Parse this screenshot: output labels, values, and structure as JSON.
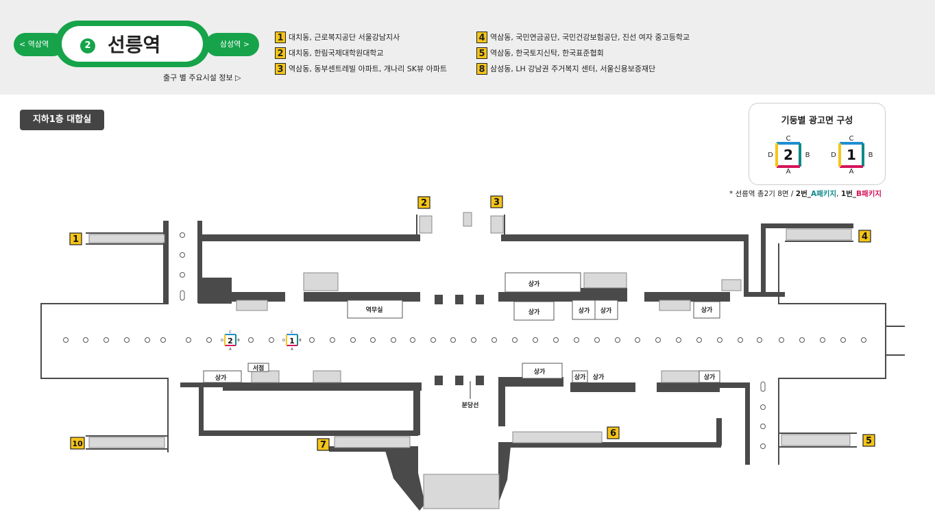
{
  "station": {
    "line_number": "2",
    "name": "선릉역",
    "prev_label": "< 역삼역",
    "next_label": "삼성역 >",
    "exit_info_link": "출구 별 주요시설 정보 ▷"
  },
  "exits_legend": [
    {
      "num": "1",
      "text": "대치동, 근로복지공단 서울강남지사"
    },
    {
      "num": "2",
      "text": "대치동, 한림국제대학원대학교"
    },
    {
      "num": "3",
      "text": "역삼동, 동부센트레빌 아파트, 개나리 SK뷰 아파트"
    },
    {
      "num": "4",
      "text": "역삼동, 국민연금공단, 국민건강보험공단, 진선 여자 중고등학교"
    },
    {
      "num": "5",
      "text": "역삼동, 한국토지신탁, 한국표준협회"
    },
    {
      "num": "8",
      "text": "삼성동, LH 강남권 주거복지 센터, 서울신용보증재단"
    }
  ],
  "floor": "지하1층 대합실",
  "ad_config": {
    "title": "기둥별 광고면 구성",
    "pillars": [
      {
        "num": "2",
        "c": "C",
        "a": "A",
        "d": "D",
        "b": "B"
      },
      {
        "num": "1",
        "c": "C",
        "a": "A",
        "d": "D",
        "b": "B"
      }
    ],
    "note_prefix": "* 선릉역 총2기 8면 / ",
    "note_pillar2": "2번_",
    "note_pkg_a": "A패키지",
    "note_sep": ", ",
    "note_pillar1": "1번_",
    "note_pkg_b": "B패키지"
  },
  "map": {
    "exits": [
      "1",
      "2",
      "3",
      "4",
      "5",
      "6",
      "7",
      "10"
    ],
    "shops": [
      "상가",
      "상가",
      "상가",
      "상가",
      "상가",
      "상가",
      "상가",
      "상가",
      "상가",
      "상가"
    ],
    "station_office": "역무실",
    "bookstore": "서점",
    "divider": "분당선",
    "pillar_markers": [
      {
        "num": "2",
        "c": "C",
        "a": "A",
        "d": "D",
        "b": "B"
      },
      {
        "num": "1",
        "c": "C",
        "a": "A",
        "d": "D",
        "b": "B"
      }
    ]
  },
  "colors": {
    "line2_green": "#16a34a",
    "exit_yellow": "#f5c518",
    "wall": "#4a4a4a",
    "pkg_a": "#0f8a8a",
    "pkg_b": "#d4145a"
  }
}
